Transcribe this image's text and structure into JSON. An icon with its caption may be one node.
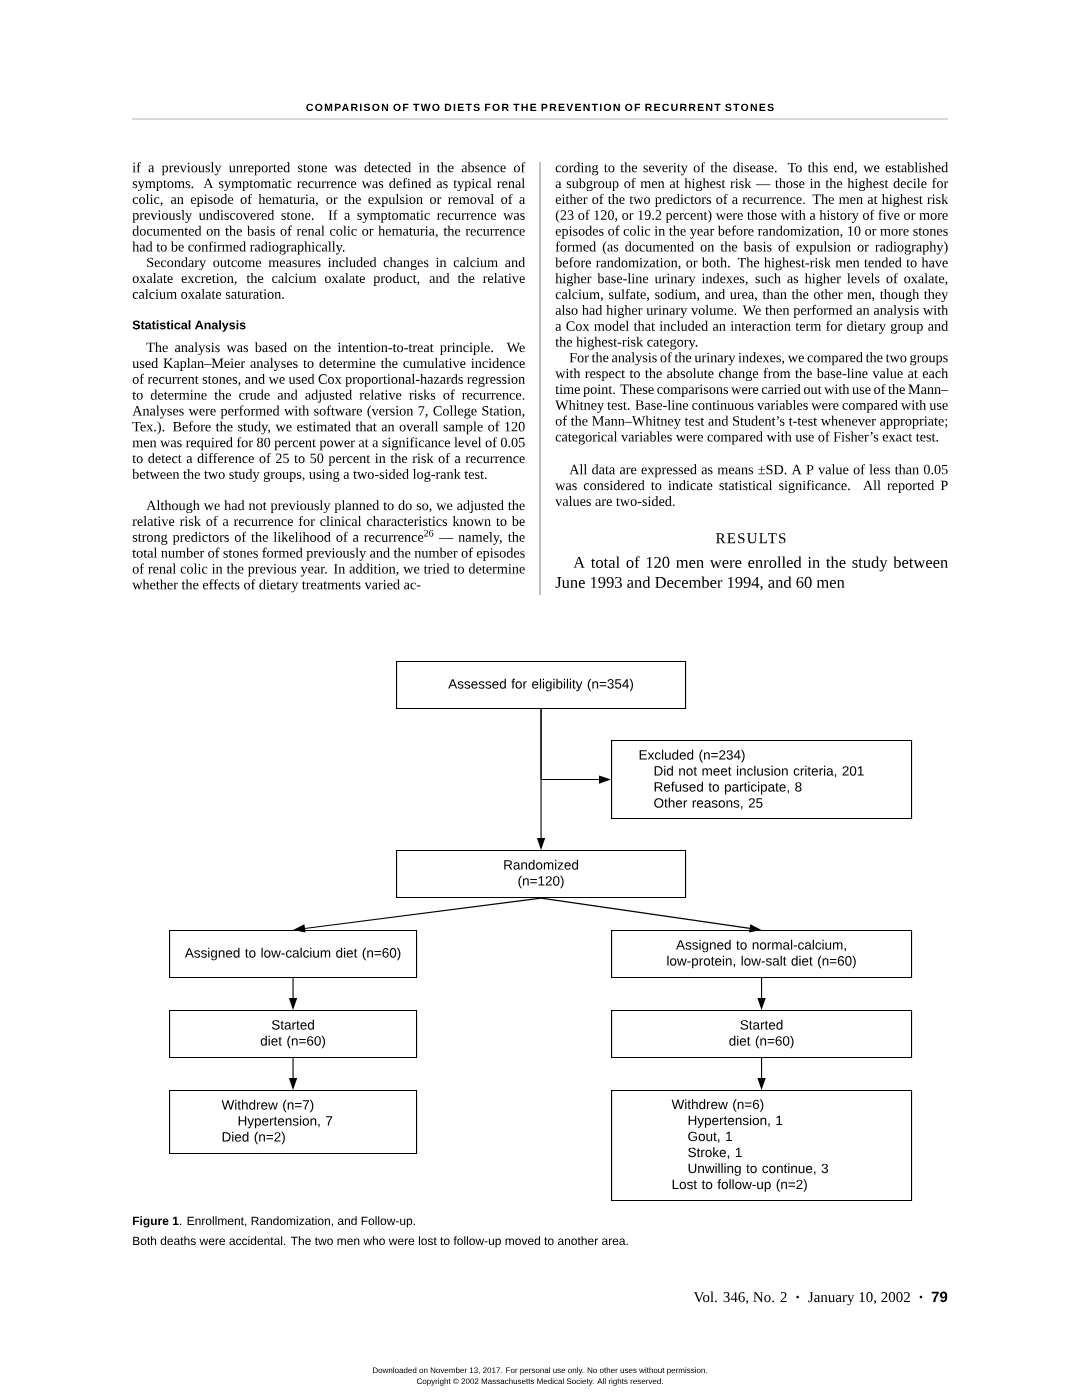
{
  "diagram": {
    "title": "COMPARISON OF TWO DIETS FOR THE PREVENTION OF RECURRENT STONES",
    "caption": "**Figure 1**. Enrollment, Randomization, and Follow-up.",
    "nodes": [
      {
        "text": [
          "Assessed for eligibility (n=354)"
        ]
      },
      {
        "text": [
          "Excluded (n=234)",
          "Did not meet inclusion criteria, 201",
          "Refused to participate, 8",
          "Other reasons, 25"
        ]
      },
      {
        "text": [
          "Randomized (n=120)"
        ]
      },
      {
        "text": [
          "Assigned to low-calcium diet (n=60)"
        ]
      },
      {
        "text": [
          "Assigned to normal-calcium, low-protein, low-salt diet (n=60)"
        ]
      },
      {
        "text": [
          "Started diet (n=60)"
        ]
      },
      {
        "text": [
          "Started diet (n=60)"
        ]
      },
      {
        "text": [
          "Withdrew (n=7)",
          "Hypertension, 7",
          "Died (n=2)"
        ]
      },
      {
        "text": [
          "Withdrew (n=6)",
          "Hypertension, 1",
          "Gout, 1",
          "Stroke, 1",
          "Unwilling to continue, 3",
          "Lost to follow-up (n=2)"
        ]
      }
    ],
    "edges": [
      {
        "from": 0,
        "to": 2,
        "arrow": "to"
      },
      {
        "from": 0,
        "to": 1,
        "arrow": "to"
      },
      {
        "from": 2,
        "to": 3,
        "arrow": "to"
      },
      {
        "from": 2,
        "to": 4,
        "arrow": "to"
      },
      {
        "from": 3,
        "to": 5,
        "arrow": "to"
      },
      {
        "from": 4,
        "to": 6,
        "arrow": "to"
      },
      {
        "from": 5,
        "to": 7,
        "arrow": "to"
      },
      {
        "from": 6,
        "to": 8,
        "arrow": "to"
      }
    ],
    "labels": [
      "if a previously unreported stone was detected in the absence of symptoms. A symptomatic recurrence was defined as typical renal colic, an episode of hematuria, or the expulsion or removal of a previously undiscovered stone. If a symptomatic recurrence was documented on the basis of renal colic or hematuria, the recurrence had to be confirmed radiographically.",
      "Secondary outcome measures included changes in calcium and oxalate excretion, the calcium oxalate product, and the relative calcium oxalate saturation.",
      "Statistical Analysis",
      "The analysis was based on the intention-to-treat principle. We used Kaplan–Meier analyses to determine the cumulative incidence of recurrent stones, and we used Cox proportional-hazards regression to determine the crude and adjusted relative risks of recurrence. Analyses were performed with software (version 7, College Station, Tex.). Before the study, we estimated that an overall sample of 120 men was required for 80 percent power at a significance level of 0.05 to detect a difference of 25 to 50 percent in the risk of a recurrence between the two study groups, using a two-sided log-rank test.",
      "Although we had not previously planned to do so, we adjusted the relative risk of a recurrence for clinical characteristics known to be strong predictors of the likelihood of a recurrence$^{26}$ — namely, the total number of stones formed previously and the number of episodes of renal colic in the previous year. In addition, we tried to determine whether the effects of dietary treatments varied ac-",
      "cording to the severity of the disease. To this end, we established a subgroup of men at highest risk — those in the highest decile for either of the two predictors of a recurrence. The men at highest risk (23 of 120, or 19.2 percent) were those with a history of five or more episodes of colic in the year before randomization, 10 or more stones formed (as documented on the basis of expulsion or radiography) before randomization, or both. The highest-risk men tended to have higher base-line urinary indexes, such as higher levels of oxalate, calcium, sulfate, sodium, and urea, than the other men, though they also had higher urinary volume. We then performed an analysis with a Cox model that included an interaction term for dietary group and the highest-risk category.",
      "For the analysis of the urinary indexes, we compared the two groups with respect to the absolute change from the base-line value at each time point. These comparisons were carried out with use of the Mann–Whitney test. Base-line continuous variables were compared with use of the Mann–Whitney test and Student’s t-test whenever appropriate; categorical variables were compared with use of Fisher’s exact test.",
      "All data are expressed as means ±SD. A P value of less than 0.05 was considered to indicate statistical significance. All reported P values are two-sided.",
      "RESULTS",
      "A total of 120 men were enrolled in the study between June 1993 and December 1994, and 60 men",
      "Both deaths were accidental. The two men who were lost to follow-up moved to another area.",
      "Vol. 346, No. 2",
      "January 10, 2002",
      "79",
      "Downloaded on November 13, 2017. For personal use only. No other uses without permission.",
      "Copyright © 2002 Massachusetts Medical Society. All rights reserved."
    ]
  }
}
